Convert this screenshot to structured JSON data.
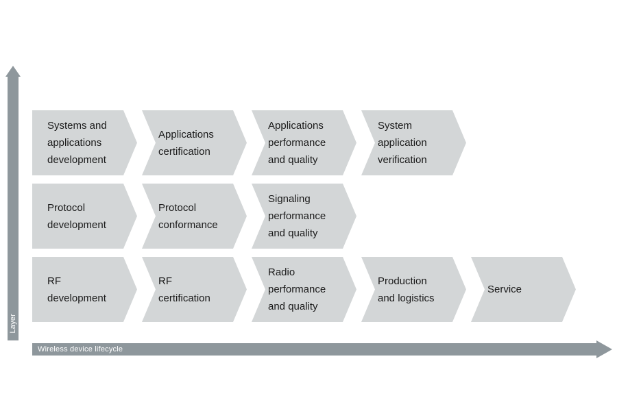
{
  "diagram": {
    "y_axis_label": "Layer",
    "x_axis_label": "Wireless device lifecycle",
    "rows": [
      {
        "items": [
          "Systems and\napplications\ndevelopment",
          "Applications\ncertification",
          "Applications\nperformance\nand quality",
          "System\napplication\nverification"
        ]
      },
      {
        "items": [
          "Protocol\ndevelopment",
          "Protocol\nconformance",
          "Signaling\nperformance\nand quality"
        ]
      },
      {
        "items": [
          "RF\ndevelopment",
          "RF\ncertification",
          "Radio\nperformance\nand quality",
          "Production\nand logistics",
          "Service"
        ]
      }
    ]
  },
  "colors": {
    "box_fill": "#d3d6d7",
    "axis_fill": "#8e979c",
    "box_text": "#1a1a1a",
    "axis_text": "#ffffff",
    "background": "#ffffff"
  }
}
